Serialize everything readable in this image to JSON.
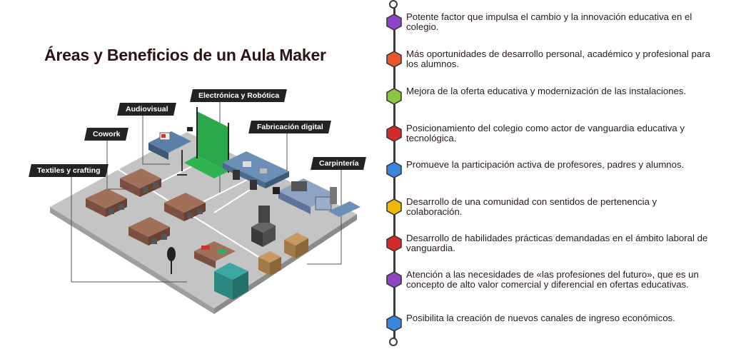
{
  "title": "Áreas y Beneficios de un Aula Maker",
  "areas": {
    "textiles": "Textiles y crafting",
    "cowork": "Cowork",
    "audiovisual": "Audiovisual",
    "electronica": "Electrónica y Robótica",
    "fabricacion": "Fabricación digital",
    "carpinteria": "Carpintería"
  },
  "benefits": [
    {
      "text": "Potente factor que impulsa el cambio y la innovación educativa en el colegio.",
      "color": "#8e44c4"
    },
    {
      "text": "Más oportunidades de desarrollo personal, académico y profesional para los alumnos.",
      "color": "#e8562a"
    },
    {
      "text": "Mejora de la oferta educativa y modernización de las instalaciones.",
      "color": "#8cc63f"
    },
    {
      "text": "Posicionamiento del colegio como actor de vanguardia educativa y tecnológica.",
      "color": "#d62a2a"
    },
    {
      "text": "Promueve la participación activa de profesores, padres y alumnos.",
      "color": "#3a86e0"
    },
    {
      "text": "Desarrollo de una comunidad con sentidos de pertenencia y colaboración.",
      "color": "#f2b705"
    },
    {
      "text": "Desarrollo de habilidades prácticas demandadas en el ámbito laboral de vanguardia.",
      "color": "#d62a2a"
    },
    {
      "text": "Atención a las necesidades de «las profesiones del futuro», que es un concepto de alto valor comercial y diferencial en ofertas educativas.",
      "color": "#8e44c4"
    },
    {
      "text": "Posibilita la creación de nuevos canales de ingreso económicos.",
      "color": "#3a86e0"
    }
  ]
}
